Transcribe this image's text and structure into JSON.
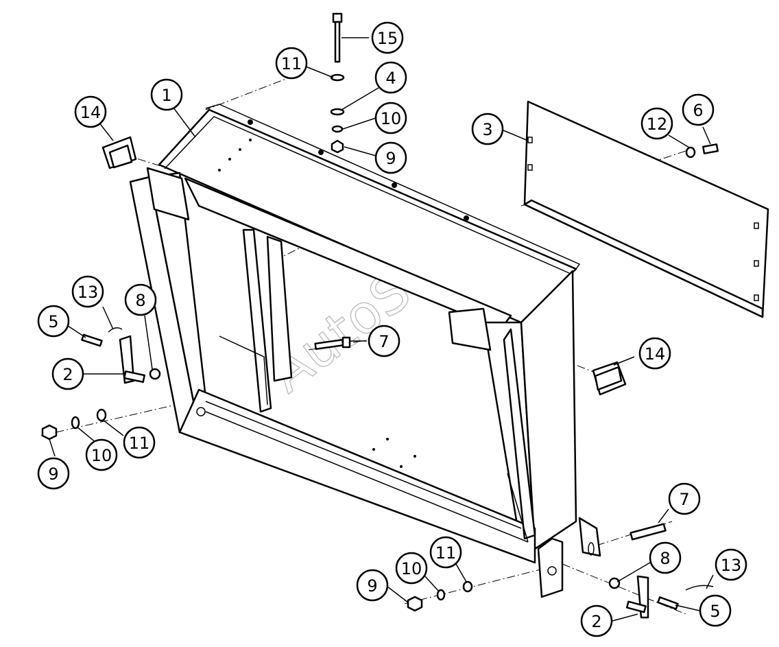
{
  "watermark": "AutoSoft",
  "callouts": [
    {
      "id": "c1",
      "label": "1"
    },
    {
      "id": "c2a",
      "label": "2"
    },
    {
      "id": "c2b",
      "label": "2"
    },
    {
      "id": "c3",
      "label": "3"
    },
    {
      "id": "c4",
      "label": "4"
    },
    {
      "id": "c5a",
      "label": "5"
    },
    {
      "id": "c5b",
      "label": "5"
    },
    {
      "id": "c6",
      "label": "6"
    },
    {
      "id": "c7a",
      "label": "7"
    },
    {
      "id": "c7b",
      "label": "7"
    },
    {
      "id": "c8a",
      "label": "8"
    },
    {
      "id": "c8b",
      "label": "8"
    },
    {
      "id": "c9a",
      "label": "9"
    },
    {
      "id": "c9b",
      "label": "9"
    },
    {
      "id": "c9c",
      "label": "9"
    },
    {
      "id": "c10a",
      "label": "10"
    },
    {
      "id": "c10b",
      "label": "10"
    },
    {
      "id": "c10c",
      "label": "10"
    },
    {
      "id": "c11a",
      "label": "11"
    },
    {
      "id": "c11b",
      "label": "11"
    },
    {
      "id": "c11c",
      "label": "11"
    },
    {
      "id": "c12",
      "label": "12"
    },
    {
      "id": "c13a",
      "label": "13"
    },
    {
      "id": "c13b",
      "label": "13"
    },
    {
      "id": "c14a",
      "label": "14"
    },
    {
      "id": "c14b",
      "label": "14"
    },
    {
      "id": "c15",
      "label": "15"
    }
  ]
}
